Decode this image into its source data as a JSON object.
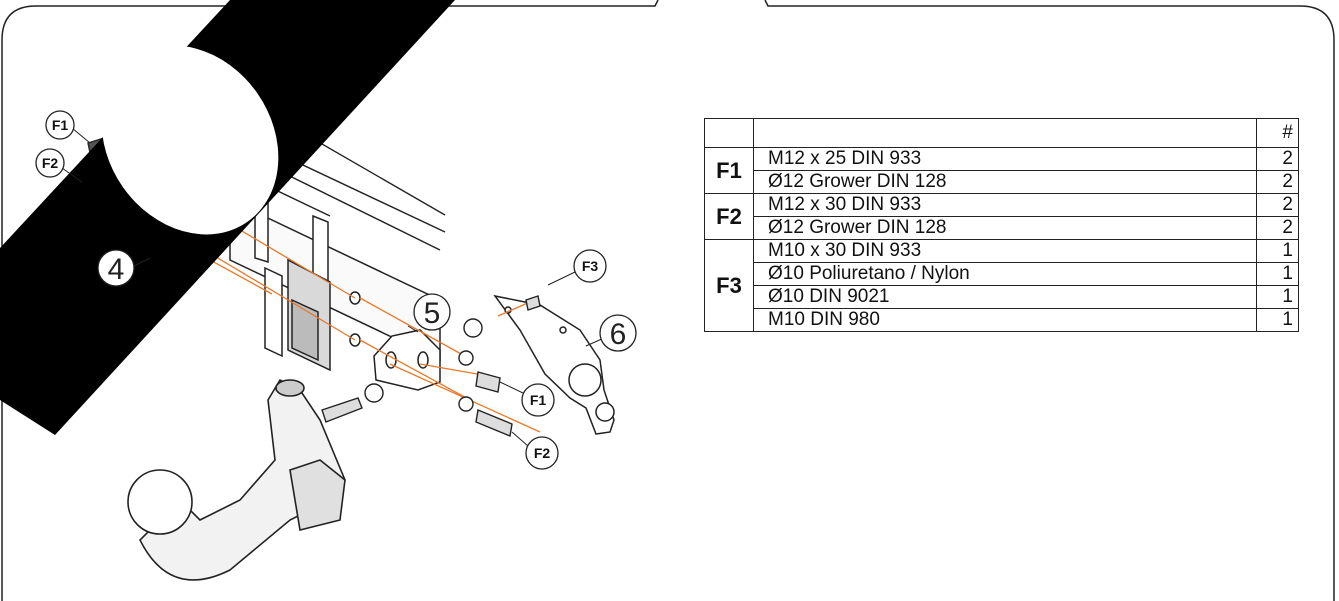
{
  "callouts": {
    "f1_top": "F1",
    "f2_top": "F2",
    "f3": "F3",
    "f1_bottom": "F1",
    "f2_bottom": "F2"
  },
  "part_numbers": {
    "p4": "4",
    "p5": "5",
    "p6": "6"
  },
  "table": {
    "qty_header": "#",
    "groups": [
      {
        "code": "F1",
        "rows": [
          {
            "desc": "M12 x 25 DIN 933",
            "qty": "2"
          },
          {
            "desc": "Ø12 Grower DIN 128",
            "qty": "2"
          }
        ]
      },
      {
        "code": "F2",
        "rows": [
          {
            "desc": "M12 x 30 DIN 933",
            "qty": "2"
          },
          {
            "desc": "Ø12 Grower DIN 128",
            "qty": "2"
          }
        ]
      },
      {
        "code": "F3",
        "rows": [
          {
            "desc": "M10 x 30 DIN 933",
            "qty": "1"
          },
          {
            "desc": "Ø10 Poliuretano / Nylon",
            "qty": "1"
          },
          {
            "desc": "Ø10 DIN 9021",
            "qty": "1"
          },
          {
            "desc": "M10 DIN 980",
            "qty": "1"
          }
        ]
      }
    ]
  },
  "colors": {
    "line": "#222222",
    "guide": "#e8782a",
    "watermark": "#000000"
  }
}
